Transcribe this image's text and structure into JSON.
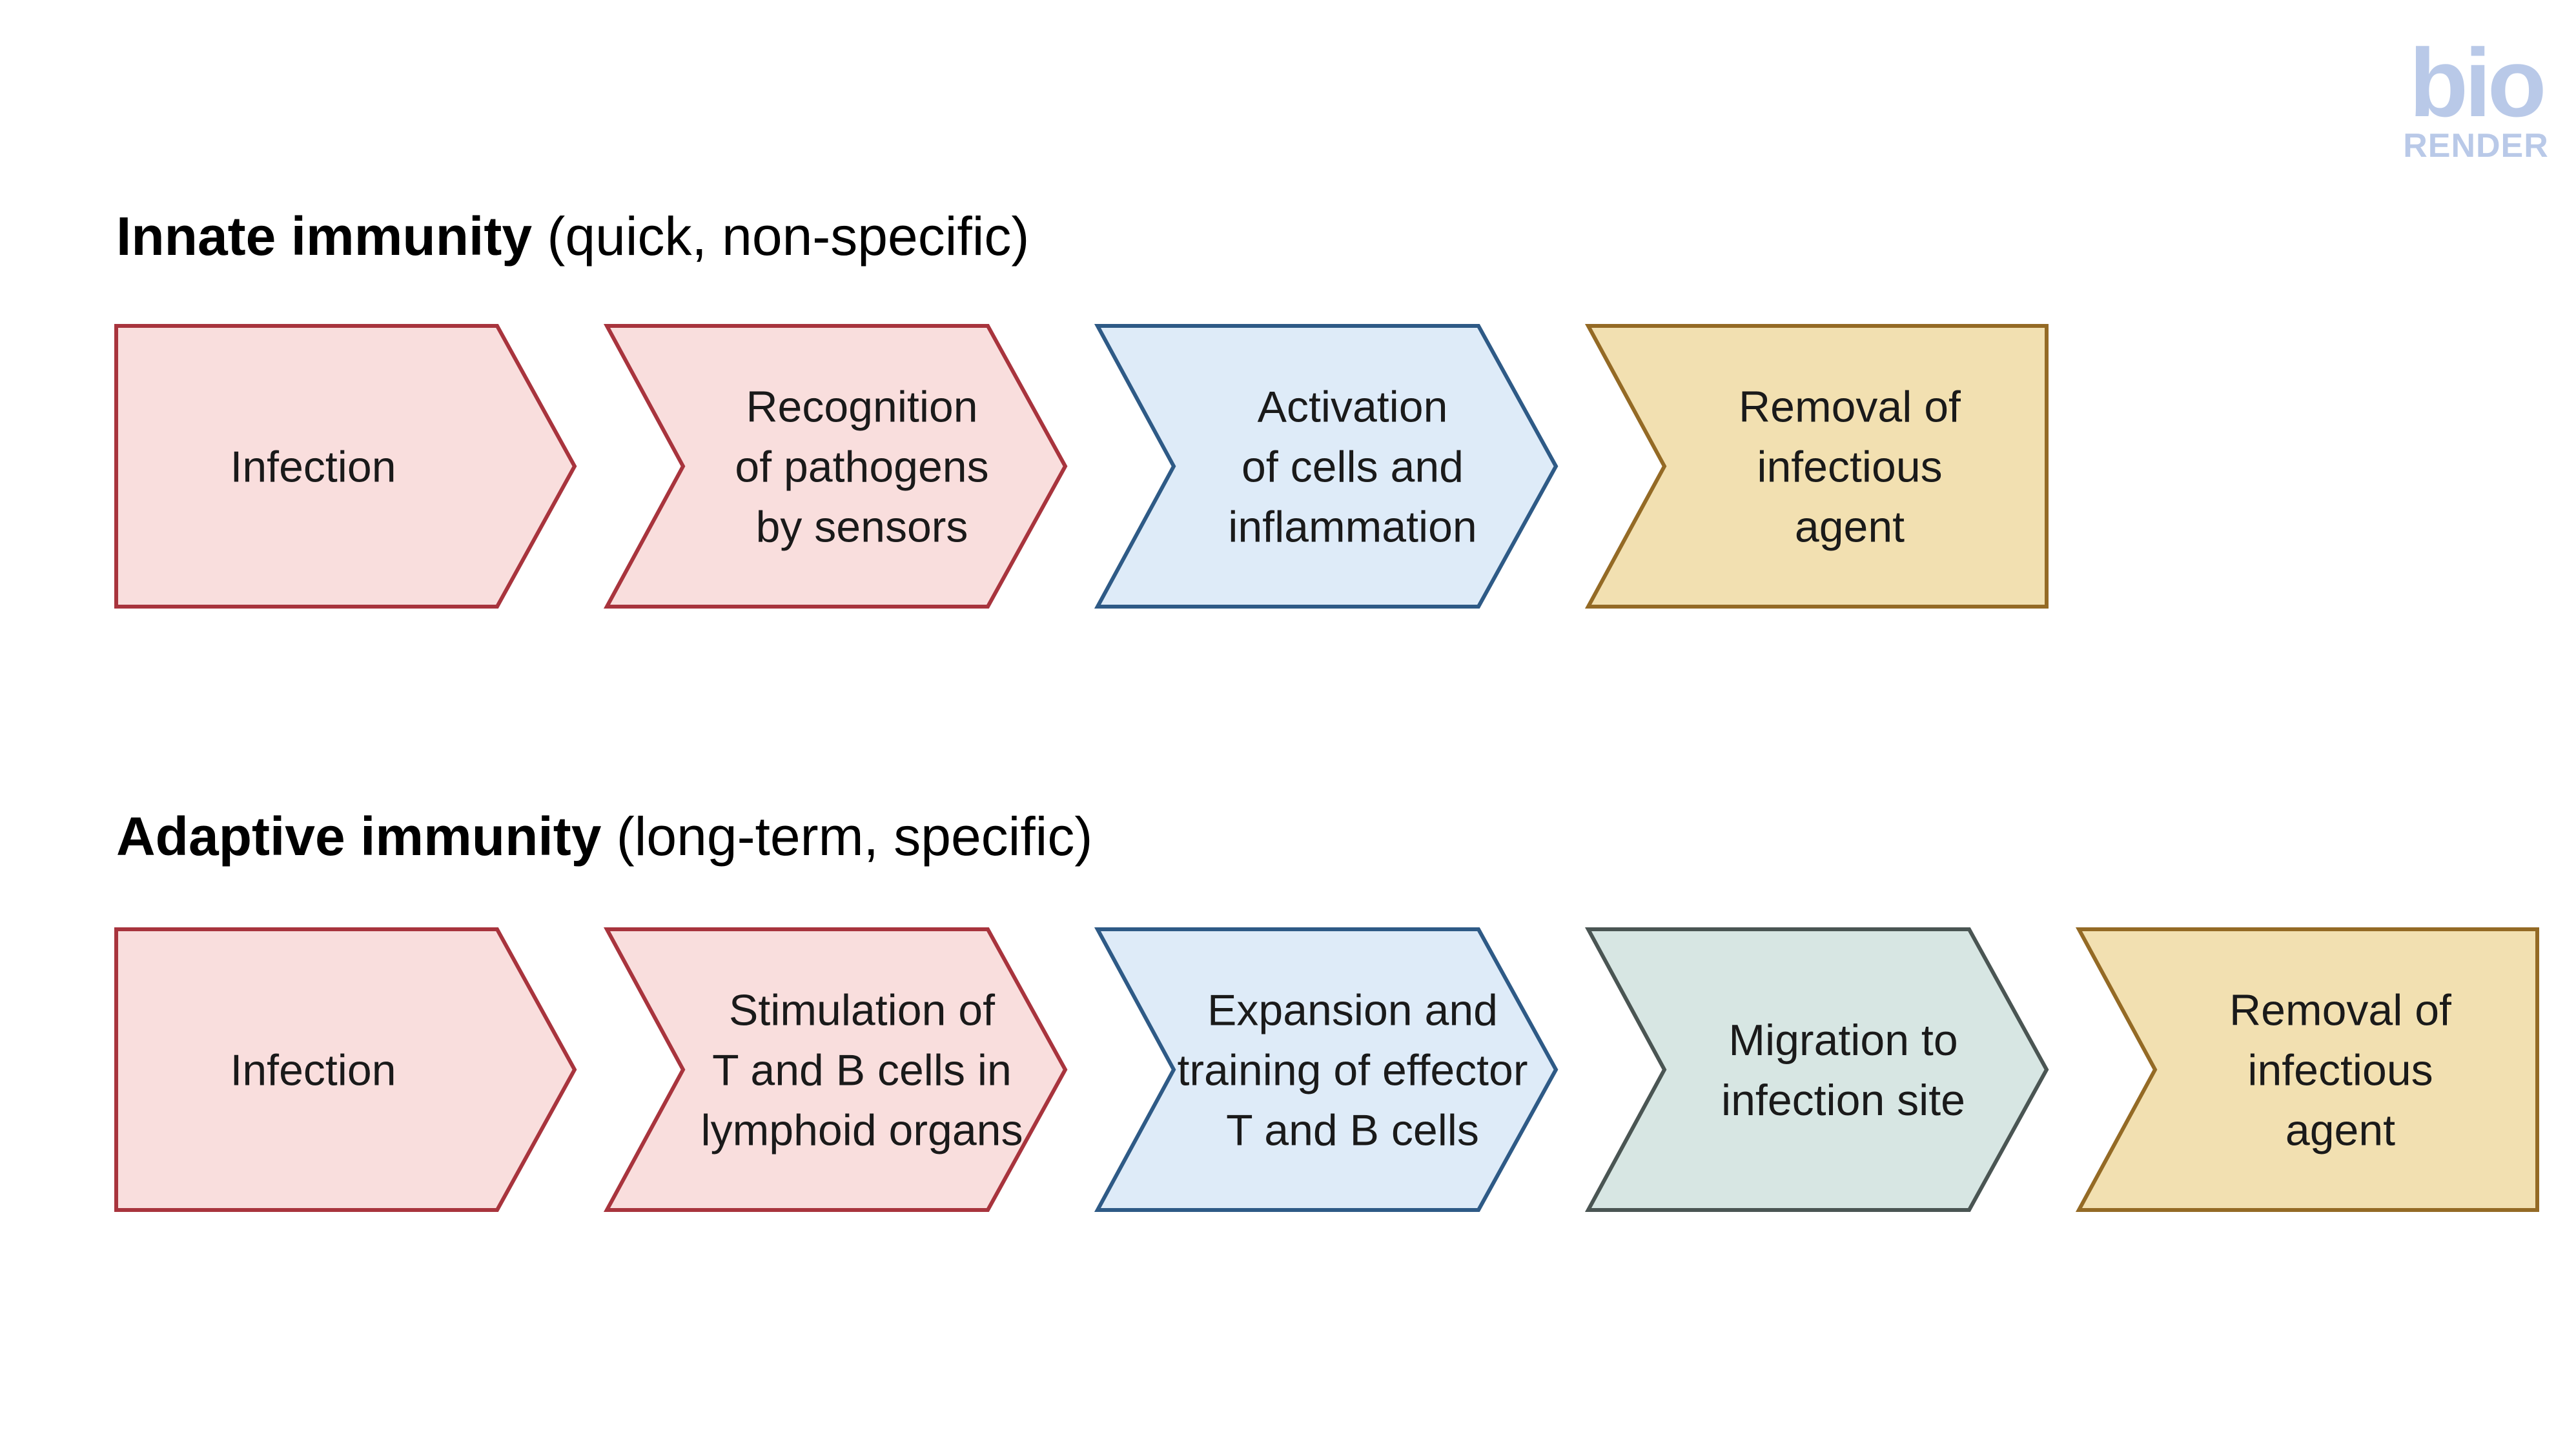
{
  "logo": {
    "line1": "bio",
    "line2": "RENDER",
    "color": "#b9c9e8"
  },
  "colors": {
    "pink_fill": "#f9dedd",
    "pink_stroke": "#a8343d",
    "blue_fill": "#deebf8",
    "blue_stroke": "#2e5a86",
    "tan_fill": "#f2e0b1",
    "tan_stroke": "#946a25",
    "green_fill": "#d7e6e3",
    "green_stroke": "#4a5553"
  },
  "innate": {
    "title_bold": "Innate immunity",
    "title_rest": " (quick, non-specific)",
    "steps": [
      {
        "lines": [
          "Infection"
        ],
        "color": "pink"
      },
      {
        "lines": [
          "Recognition",
          "of pathogens",
          "by sensors"
        ],
        "color": "pink"
      },
      {
        "lines": [
          "Activation",
          "of cells and",
          "inflammation"
        ],
        "color": "blue"
      },
      {
        "lines": [
          "Removal of",
          "infectious",
          "agent"
        ],
        "color": "tan"
      }
    ]
  },
  "adaptive": {
    "title_bold": "Adaptive immunity",
    "title_rest": " (long-term, specific)",
    "steps": [
      {
        "lines": [
          "Infection"
        ],
        "color": "pink"
      },
      {
        "lines": [
          "Stimulation of",
          "T and B cells in",
          "lymphoid organs"
        ],
        "color": "pink"
      },
      {
        "lines": [
          "Expansion and",
          "training of effector",
          "T and B cells"
        ],
        "color": "blue"
      },
      {
        "lines": [
          "Migration to",
          "infection site"
        ],
        "color": "green"
      },
      {
        "lines": [
          "Removal of",
          "infectious",
          "agent"
        ],
        "color": "tan"
      }
    ]
  }
}
